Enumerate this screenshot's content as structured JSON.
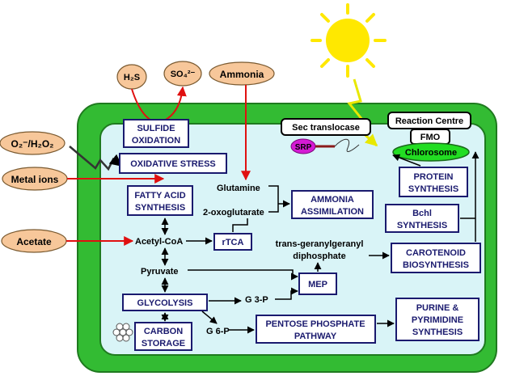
{
  "sun": {
    "icon": "sun-icon",
    "color": "#FFE800"
  },
  "inputs": {
    "h2s": "H₂S",
    "so4": "SO₄²⁻",
    "ammonia": "Ammonia",
    "o2_h2o2": "O₂⁻/H₂O₂",
    "metal_ions": "Metal ions",
    "acetate": "Acetate"
  },
  "processes": {
    "sulfide_oxidation": [
      "SULFIDE",
      "OXIDATION"
    ],
    "oxidative_stress": "OXIDATIVE STRESS",
    "fatty_acid_synthesis": [
      "FATTY ACID",
      "SYNTHESIS"
    ],
    "ammonia_assimilation": [
      "AMMONIA",
      "ASSIMILATION"
    ],
    "rtca": "rTCA",
    "mep": "MEP",
    "glycolysis": "GLYCOLYSIS",
    "carbon_storage": [
      "CARBON",
      "STORAGE"
    ],
    "pentose_phosphate": [
      "PENTOSE PHOSPHATE",
      "PATHWAY"
    ],
    "purine_pyrimidine": [
      "PURINE &",
      "PYRIMIDINE",
      "SYNTHESIS"
    ],
    "protein_synthesis": [
      "PROTEIN",
      "SYNTHESIS"
    ],
    "bchl_synthesis": [
      "Bchl",
      "SYNTHESIS"
    ],
    "carotenoid_biosynthesis": [
      "CAROTENOID",
      "BIOSYNTHESIS"
    ]
  },
  "metabolites": {
    "glutamine": "Glutamine",
    "oxoglutarate": "2-oxoglutarate",
    "acetyl_coa": "Acetyl-CoA",
    "pyruvate": "Pyruvate",
    "g3p": "G 3-P",
    "g6p": "G 6-P",
    "trans_geranyl": [
      "trans-geranylgeranyl",
      "diphosphate"
    ]
  },
  "structures": {
    "sec_translocase": "Sec translocase",
    "srp": "SRP",
    "reaction_centre": "Reaction Centre",
    "fmo": "FMO",
    "chlorosome": "Chlorosome"
  },
  "colors": {
    "cell_outer": "#33BB33",
    "cell_inner": "#D9F4F7",
    "input_oval": "#F7C79A",
    "arrow_red": "#E01010",
    "box_border": "#1a1a6e",
    "srp": "#D41BD4",
    "chlorosome": "#22DD22",
    "light_beam": "#E8E800"
  }
}
